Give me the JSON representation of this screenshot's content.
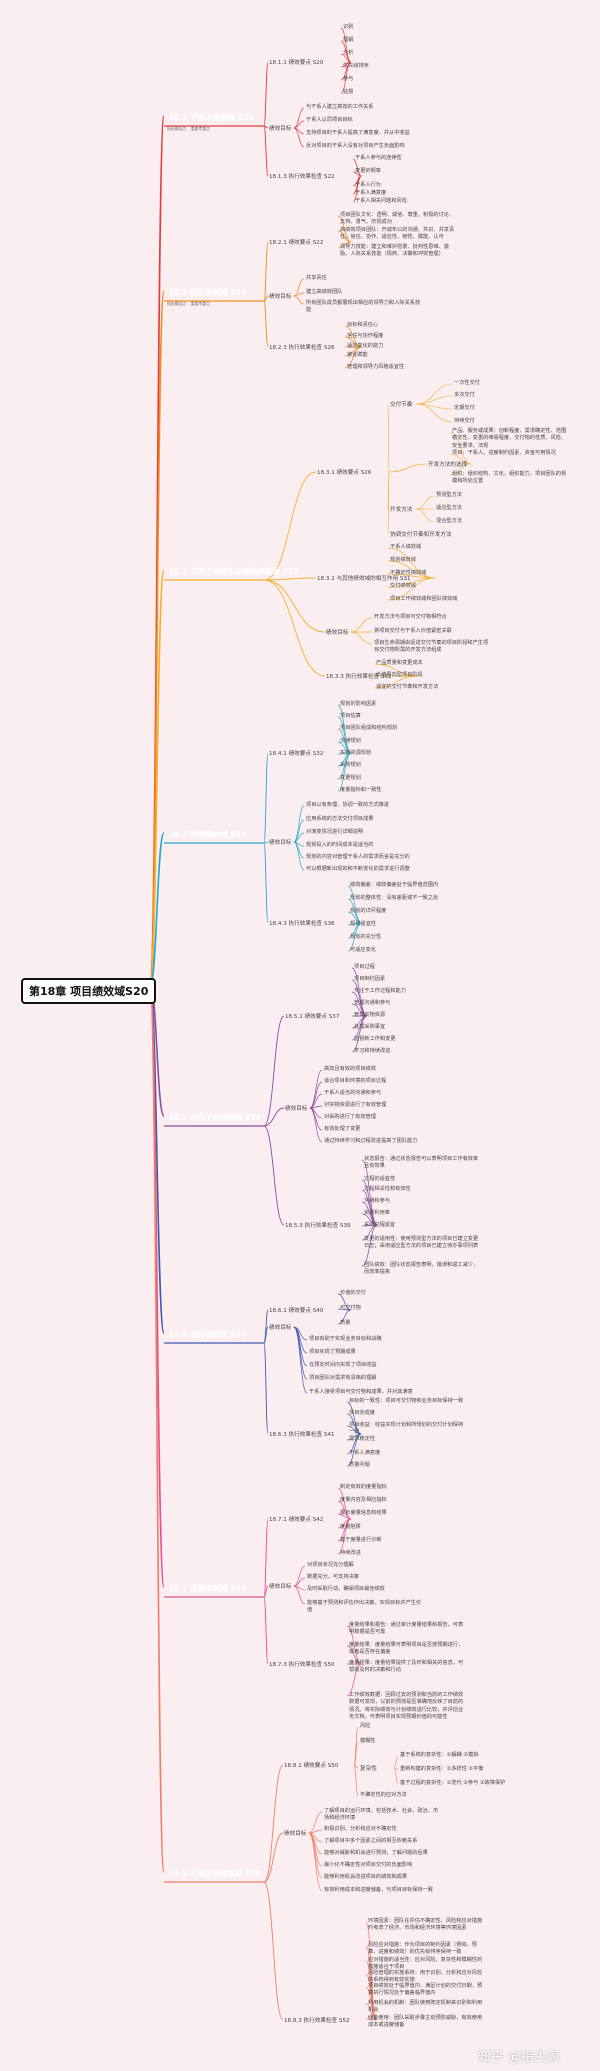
{
  "root": "第18章 项目绩效域S20",
  "tags": [
    "指出概念点",
    "重要考重点"
  ],
  "sections": [
    {
      "key": "s1",
      "title": "18.1 干系人绩效域 S20",
      "color": "#e33c3c",
      "subs": [
        {
          "id": "s1a",
          "label": "18.1.1 绩效要点 S20",
          "leaves": [
            "识别",
            "理解",
            "分析",
            "优先级排序",
            "参与",
            "监督"
          ]
        },
        {
          "id": "s1b",
          "label": "绩效目标",
          "leaves": [
            "与干系人建立高效的工作关系",
            "干系人认同项目目标",
            "支持项目的干系人提高了满意度，并从中收益",
            "反对项目的干系人没有对项目产生负面影响"
          ]
        },
        {
          "id": "s1c",
          "label": "18.1.3 执行效果检查 S22",
          "leaves": [
            "干系人参与的连续性",
            "变更的频率",
            "干系人行为",
            "干系人满意度",
            "干系人相关问题和风险"
          ]
        }
      ]
    },
    {
      "key": "s2",
      "title": "18.2 团队绩效域 S22",
      "color": "#f28a1a",
      "subs": [
        {
          "id": "s2a",
          "label": "18.2.1 绩效要点 S22",
          "leaves": [
            "项目团队文化：透明、诚信、尊重、积极的讨论、支持、勇气、庆祝成功",
            "高绩效项目团队：开诚布公的沟通、共识、共享责任、信任、协作、适应性、韧性、赋能、认可",
            "领导力技能：建立和维护愿景、批判性思维、激励、人际关系技能（情商、决策和冲突管理）"
          ]
        },
        {
          "id": "s2b",
          "label": "绩效目标",
          "leaves": [
            "共享责任",
            "建立高绩效团队",
            "所有团队成员都展现出相应的领导力和人际关系技能"
          ]
        },
        {
          "id": "s2c",
          "label": "18.2.3 执行效果检查 S26",
          "leaves": [
            "目标和责任心",
            "信任与协作程度",
            "适应变化的能力",
            "彼此赋能",
            "管理和领导力风格适宜性"
          ]
        }
      ]
    },
    {
      "key": "s3",
      "title": "18.3 开发方法和生命周期绩效域 S26",
      "color": "#f2b22e",
      "subs": [
        {
          "id": "s3a",
          "label": "18.3.1 绩效要点 S26",
          "leaves": []
        },
        {
          "id": "s3b",
          "label": "18.3.2 与其他绩效域的相互作用 S31",
          "leaves": [
            "干系人绩效域",
            "规划绩效域",
            "不确定性绩效域",
            "交付绩效域",
            "项目工作绩效域和团队绩效域"
          ]
        },
        {
          "id": "s3c",
          "label": "绩效目标",
          "leaves": [
            "开发方法与项目可交付物相符合",
            "将项目交付与干系人价值紧密关联",
            "项目生命周期由促进交付节奏的项目阶段和产生项目交付物所需的开发方法组成"
          ]
        },
        {
          "id": "s3d",
          "label": "18.3.3 执行效果检查 S32",
          "leaves": [
            "产品质量和变更成本",
            "价值导向型项目阶段",
            "适宜的交付节奏和开发方法"
          ]
        }
      ],
      "g1": {
        "label": "交付节奏",
        "leaves": [
          "一次性交付",
          "多次交付",
          "定期交付",
          "持续交付"
        ]
      },
      "g2": {
        "label": "开发方法的选择",
        "leaves": [
          "产品、服务或成果：创新程度、需求确定性、范围稳定性、变更的难易程度、交付物的性质、风险、安全要求、法规",
          "项目：干系人、进度制约因素、资金可用情况",
          "组织：组织结构、文化、组织能力、项目团队的规模和所处位置"
        ]
      },
      "g3": {
        "label": "开发方法",
        "leaves": [
          "预测型方法",
          "适应型方法",
          "混合型方法"
        ]
      },
      "g4": "协调交付节奏和开发方法"
    },
    {
      "key": "s4",
      "title": "18.4 规划绩效域 S32",
      "color": "#27a8c9",
      "subs": [
        {
          "id": "s4a",
          "label": "18.4.1 绩效要点 S32",
          "leaves": [
            "规划的影响因素",
            "项目估算",
            "项目团队组成和结构规划",
            "沟通规划",
            "实物资源规划",
            "采购规划",
            "变更规划",
            "度量指标和一致性"
          ]
        },
        {
          "id": "s4b",
          "label": "绩效目标",
          "leaves": [
            "项目以有条理、协调一致的方式推进",
            "应用系统的方法交付项目成果",
            "对演变情况进行详细说明",
            "规划投入的时间成本是适当的",
            "规划的内容对管理干系人的需求而言是充分的",
            "可以根据新出现的和不断变化的需求进行调整"
          ]
        },
        {
          "id": "s4c",
          "label": "18.4.3 执行效果检查 S36",
          "leaves": [
            "绩效偏差：绩效偏差处于临界值范围内",
            "规划的整体性：没有差距或不一致之处",
            "规划的详尽程度",
            "规划适宜性",
            "规划的充分性",
            "可适应变化"
          ]
        }
      ]
    },
    {
      "key": "s5",
      "title": "18.5 项目工作绩效域 S36",
      "color": "#8b4aa0",
      "subs": [
        {
          "id": "s5a",
          "label": "18.5.1 绩效要点 S37",
          "leaves": [
            "项目过程",
            "项目制约因素",
            "专注于工作过程和能力",
            "管理沟通和参与",
            "管理实物资源",
            "处理采购事宜",
            "监督新工作和变更",
            "学习和持续改进"
          ]
        },
        {
          "id": "s5b",
          "label": "绩效目标",
          "leaves": [
            "高效且有效的项目绩效",
            "适合项目和环境的项目过程",
            "干系人适当的沟通和参与",
            "对实物资源进行了有效管理",
            "对采购进行了有效管理",
            "有效处理了变更",
            "通过持续学习和过程改进提高了团队能力"
          ]
        },
        {
          "id": "s5c",
          "label": "18.5.3 执行效果检查 S39",
          "leaves": [
            "状态报告：通过状态报告可以表明项目工作有效率且有效果",
            "过程的适宜性",
            "过程相关性和有效性",
            "沟通和参与",
            "资源利用率",
            "采购过程适宜",
            "变更的适用性：使用预测型方法的项目已建立变更日志；采用适应型方法的项目已建立待办事项列表",
            "团队绩效：团队状态报告表明，错误和返工减少，而效率提高"
          ]
        }
      ]
    },
    {
      "key": "s6",
      "title": "18.6 交付绩效域 S39",
      "color": "#3d5bb0",
      "subs": [
        {
          "id": "s6a",
          "label": "18.6.1 绩效要点 S40",
          "leaves": [
            "价值的交付",
            "可交付物",
            "质量"
          ]
        },
        {
          "id": "s6b",
          "label": "绩效目标",
          "leaves": [
            "项目有助于实现业务目标和战略",
            "项目实现了预期成果",
            "在预定时间内实现了项目收益",
            "项目团队对需求有清晰的理解",
            "干系人接受项目可交付物和成果，并对其满意"
          ]
        },
        {
          "id": "s6c",
          "label": "18.6.3 执行效果检查 S41",
          "leaves": [
            "目标的一致性：项目可交付物和业务目标保持一致",
            "项目完成度",
            "项目收益：收益实现计划和所规划的交付计划保持一致",
            "需求稳定性",
            "干系人满意度",
            "质量问题"
          ]
        }
      ]
    },
    {
      "key": "s7",
      "title": "18.7 度量绩效域 S42",
      "color": "#e54f92",
      "subs": [
        {
          "id": "s7a",
          "label": "18.7.1 绩效要点 S42",
          "leaves": [
            "制定有效的度量指标",
            "度量内容及相应指标",
            "展示度量信息和结果",
            "度量陷阱",
            "基于度量进行诊断",
            "持续改进"
          ]
        },
        {
          "id": "s7b",
          "label": "绩效目标",
          "leaves": [
            "对项目状况充分理解",
            "数据充分，可支持决策",
            "及时采取行动，确保项目最佳绩效",
            "能够基于预测和评估作出决策，实现目标并产生价值"
          ]
        },
        {
          "id": "s7c",
          "label": "18.7.3 执行效果检查 S50",
          "leaves": [
            "度量结果和报告：通过审计度量结果和报告，可表明数据是否可靠",
            "度量结果：度量结果可表明项目是否按预期进行，或者是否存在偏差",
            "度量结果：度量结果提供了及时和相关的信息，可帮助及时的决策和行动",
            "工作绩效数据：回顾过去的预测和当前的工作绩效数据可发现，以前的预测是否准确地反映了目前的情况。将实际绩效与计划绩效进行比较，并评估业务文档，可表明项目实现预期价值的可能性"
          ]
        }
      ]
    },
    {
      "key": "s8",
      "title": "18.8 不确定性绩效域 S50",
      "color": "#ee7f66",
      "subs": [
        {
          "id": "s8a",
          "label": "18.8.1 绩效要点 S50",
          "leaves": []
        },
        {
          "id": "s8b",
          "label": "绩效目标",
          "leaves": [
            "了解项目的运行环境，包括技术、社会、政治、市场和经济环境",
            "积极识别、分析和应对不确定性",
            "了解项目中多个因素之间的相互依赖关系",
            "能够对威胁和机会进行预测，了解问题的后果",
            "最小化不确定性对项目交付的负面影响",
            "能够利用机会改进项目的绩效和成果",
            "有效利用成本和进度储备，与项目目标保持一致"
          ]
        },
        {
          "id": "s8c",
          "label": "18.8.3 执行效果检查 S52",
          "leaves": [
            "环境因素：团队在评估不确定性、风险和应对措施时考虑了经济、市场和经济环境等环境因素",
            "风险应对措施：作为项目的制约因素（例如，预算、进度和绩效）的优先级排序保持一致",
            "应对措施的适当性：应对风险、复杂性和模糊性的措施适合于项目",
            "风险管理的实施系统：用于识别、分析和应对风险的系统得到有效实施",
            "项目绩效处于临界值内：满足计划的交付日期，预算执行情况处于偏差临界值内",
            "利用机会的机制：团队使用既定机制来识别和利用机会",
            "储备使用：团队采取步骤主动预防威胁，有效使用成本或进度储备"
          ]
        }
      ],
      "risk": "风险",
      "ambig": "模糊性",
      "cx": {
        "label": "复杂性",
        "leaves": [
          "基于系统的复杂性：①解耦 ②模拟",
          "重新构建的复杂性：①多样性 ②平衡",
          "基于过程的复杂性：①迭代 ②参与 ③故障保护"
        ]
      },
      "vol": "不确定性的应对方法"
    }
  ],
  "watermark": "知乎 @指尖疯"
}
